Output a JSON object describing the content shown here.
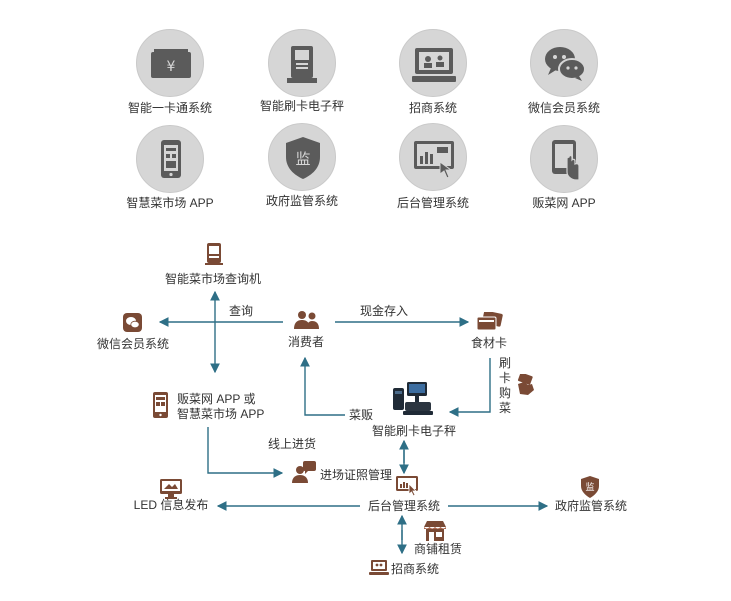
{
  "top_systems": [
    {
      "label": "智能一卡通系统",
      "icon": "card-cash-icon"
    },
    {
      "label": "智能刷卡电子秤",
      "icon": "scale-kiosk-icon"
    },
    {
      "label": "招商系统",
      "icon": "recruit-screen-icon"
    },
    {
      "label": "微信会员系统",
      "icon": "wechat-icon"
    },
    {
      "label": "智慧菜市场 APP",
      "icon": "smartphone-app-icon"
    },
    {
      "label": "政府监管系统",
      "icon": "supervision-shield-icon"
    },
    {
      "label": "后台管理系统",
      "icon": "admin-dashboard-icon"
    },
    {
      "label": "贩菜网 APP",
      "icon": "tablet-touch-icon"
    }
  ],
  "flow": {
    "query_machine": "智能菜市场查询机",
    "query": "查询",
    "wechat": "微信会员系统",
    "consumer": "消费者",
    "cash_deposit": "现金存入",
    "food_card": "食材卡",
    "swipe_buy": "刷卡购菜",
    "app_line1": "贩菜网 APP 或",
    "app_line2": "智慧菜市场 APP",
    "vegetable_seller": "菜贩",
    "smart_scale": "智能刷卡电子秤",
    "online_purchase": "线上进货",
    "certificate_mgmt": "进场证照管理",
    "led": "LED 信息发布",
    "backend": "后台管理系统",
    "government": "政府监管系统",
    "shop_rental": "商铺租赁",
    "recruit": "招商系统"
  },
  "colors": {
    "arrow": "#2e6f86",
    "icon_brown": "#7a4a35",
    "circle_bg": "#d6d6d6",
    "circle_icon": "#5b5b5b"
  }
}
